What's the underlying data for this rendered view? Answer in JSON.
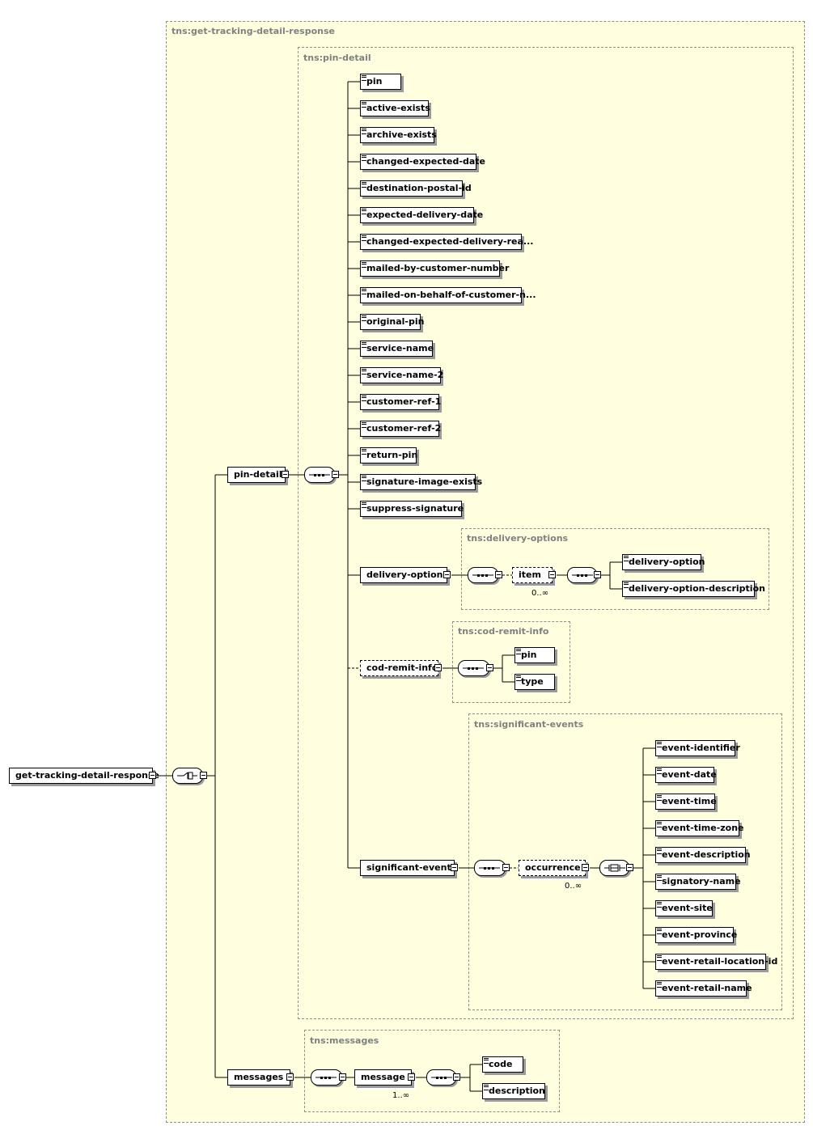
{
  "diagram": {
    "groups": {
      "root_type": "tns:get-tracking-detail-response",
      "pin_detail_type": "tns:pin-detail",
      "delivery_options_type": "tns:delivery-options",
      "cod_remit_info_type": "tns:cod-remit-info",
      "significant_events_type": "tns:significant-events",
      "messages_type": "tns:messages"
    },
    "root": {
      "label": "get-tracking-detail-response"
    },
    "pin_detail": {
      "label": "pin-detail",
      "children": [
        "pin",
        "active-exists",
        "archive-exists",
        "changed-expected-date",
        "destination-postal-id",
        "expected-delivery-date",
        "changed-expected-delivery-rea...",
        "mailed-by-customer-number",
        "mailed-on-behalf-of-customer-n...",
        "original-pin",
        "service-name",
        "service-name-2",
        "customer-ref-1",
        "customer-ref-2",
        "return-pin",
        "signature-image-exists",
        "suppress-signature"
      ]
    },
    "delivery_options": {
      "label": "delivery-options",
      "item": "item",
      "item_cardinality": "0..∞",
      "children": [
        "delivery-option",
        "delivery-option-description"
      ]
    },
    "cod_remit_info": {
      "label": "cod-remit-info",
      "children": [
        "pin",
        "type"
      ]
    },
    "significant_events": {
      "label": "significant-events",
      "occurrence": "occurrence",
      "occurrence_cardinality": "0..∞",
      "children": [
        "event-identifier",
        "event-date",
        "event-time",
        "event-time-zone",
        "event-description",
        "signatory-name",
        "event-site",
        "event-province",
        "event-retail-location-id",
        "event-retail-name"
      ]
    },
    "messages": {
      "label": "messages",
      "message": "message",
      "message_cardinality": "1..∞",
      "children": [
        "code",
        "description"
      ]
    }
  }
}
